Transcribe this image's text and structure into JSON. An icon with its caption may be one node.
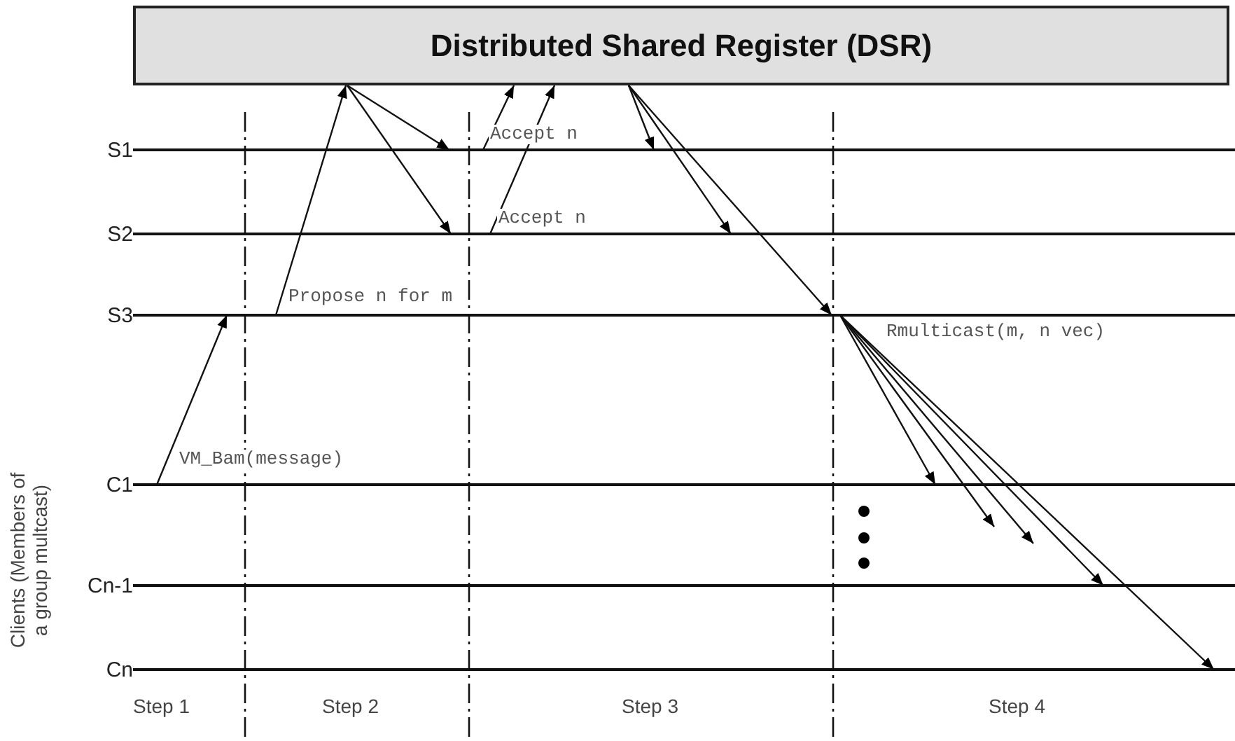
{
  "diagram": {
    "nodes": [
      {
        "text": [
          "Distributed Shared Register (DSR)"
        ]
      },
      {
        "text": [
          "S1"
        ]
      },
      {
        "text": [
          "S2"
        ]
      },
      {
        "text": [
          "S3"
        ]
      },
      {
        "text": [
          "C1"
        ]
      },
      {
        "text": [
          "Cn-1"
        ]
      },
      {
        "text": [
          "Cn"
        ]
      }
    ],
    "edges": [
      {
        "from": 4,
        "to": 3,
        "arrow": "to",
        "label": "VM_Bam(message)"
      },
      {
        "from": 3,
        "to": 0,
        "arrow": "to",
        "label": "Propose n for m"
      },
      {
        "from": 0,
        "to": 1,
        "arrow": "to"
      },
      {
        "from": 0,
        "to": 2,
        "arrow": "to"
      },
      {
        "from": 1,
        "to": 0,
        "arrow": "to",
        "label": "Accept n"
      },
      {
        "from": 2,
        "to": 0,
        "arrow": "to",
        "label": "Accept n"
      },
      {
        "from": 0,
        "to": 1,
        "arrow": "to"
      },
      {
        "from": 0,
        "to": 2,
        "arrow": "to"
      },
      {
        "from": 0,
        "to": 3,
        "arrow": "to"
      },
      {
        "from": 3,
        "to": 4,
        "arrow": "to"
      },
      {
        "from": 3,
        "to": null,
        "arrow": "to"
      },
      {
        "from": 3,
        "to": null,
        "arrow": "to"
      },
      {
        "from": 3,
        "to": 5,
        "arrow": "to"
      },
      {
        "from": 3,
        "to": 6,
        "arrow": "to"
      }
    ],
    "labels": [
      "Rmulticast(m, n vec)",
      "Clients (Members of a group multcast)",
      "Step 1",
      "Step 2",
      "Step 3",
      "Step 4"
    ]
  }
}
